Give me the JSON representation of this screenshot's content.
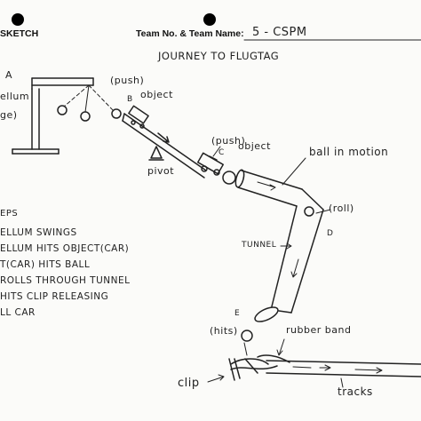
{
  "header": {
    "section_label": "SKETCH",
    "team_label": "Team No. & Team Name:",
    "team_value": "5 - CSPM"
  },
  "title": "JOURNEY TO FLUGTAG",
  "labels": {
    "point_a": "A",
    "pendulum_top": "ellum",
    "pendulum_bottom": "ge)",
    "push_1": "(push)",
    "object_1": "object",
    "point_b": "B",
    "pivot": "pivot",
    "push_2": "(push)",
    "object_2": "object",
    "point_c": "C",
    "ball_in_motion": "ball in motion",
    "roll": "(roll)",
    "point_d": "D",
    "tunnel": "TUNNEL",
    "point_e": "E",
    "hits": "(hits)",
    "rubber_band": "rubber band",
    "clip": "clip",
    "tracks": "tracks"
  },
  "steps": {
    "heading": "EPS",
    "items": [
      "ELLUM SWINGS",
      "ELLUM HITS OBJECT(CAR)",
      "T(CAR) HITS BALL",
      "ROLLS THROUGH TUNNEL",
      "HITS CLIP RELEASING",
      "LL CAR"
    ]
  }
}
